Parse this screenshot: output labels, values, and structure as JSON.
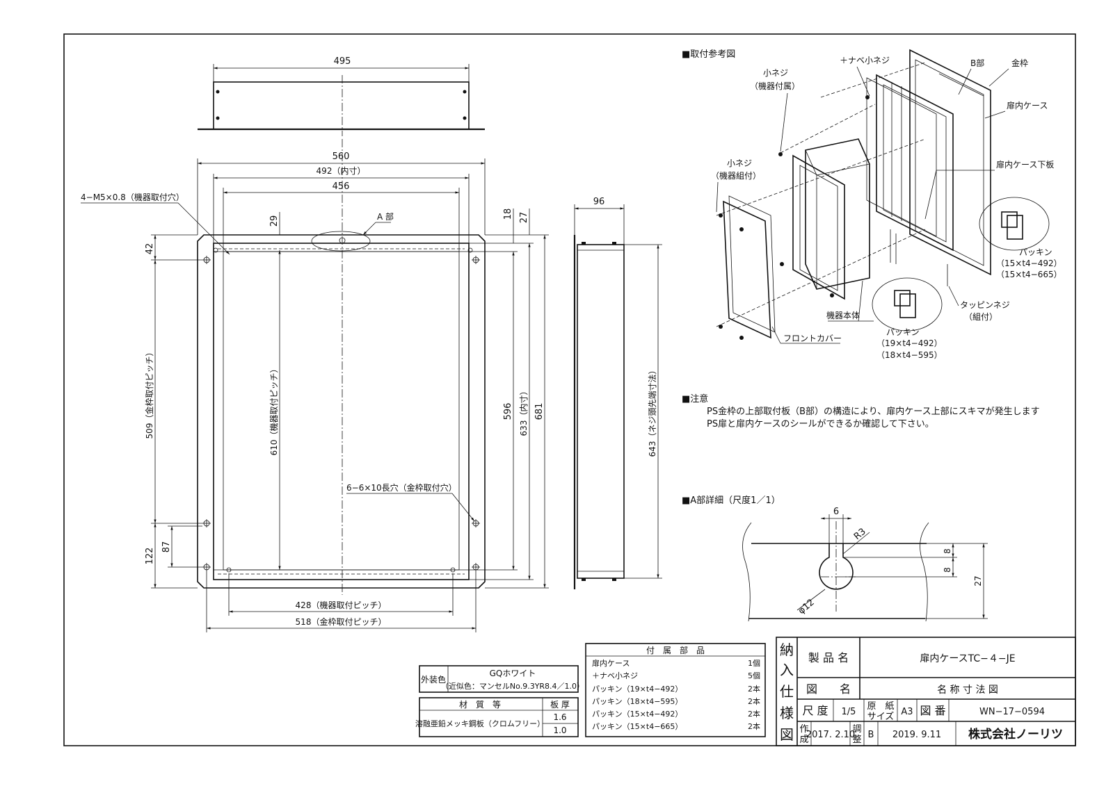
{
  "front_view": {
    "dims": {
      "w495": "495",
      "w560": "560",
      "w492": "492（内寸）",
      "w456": "456",
      "w428": "428（機器取付ピッチ）",
      "w518": "518（金枠取付ピッチ）",
      "h29": "29",
      "h42": "42",
      "h18": "18",
      "h27": "27",
      "h509": "509（金枠取付ピッチ）",
      "h610": "610（機器取付ピッチ）",
      "h596": "596",
      "h633": "633（内寸）",
      "h681": "681",
      "h122": "122",
      "h87": "87"
    },
    "labels": {
      "holes_m5": "4−M5×0.8（機器取付穴）",
      "part_a": "A 部",
      "slots": "6−6×10長穴（金枠取付穴）"
    }
  },
  "side_view": {
    "dims": {
      "d96": "96",
      "h643": "643（ネジ頭先端寸法）"
    }
  },
  "install_ref": {
    "title": "■取付参考図",
    "labels": {
      "screw_pan": "＋ナベ小ネジ",
      "b_part": "B部",
      "frame": "金枠",
      "screw_small1": "小ネジ",
      "screw_small1_sub": "（機器付属）",
      "case": "扉内ケース",
      "case_bottom": "扉内ケース下板",
      "screw_small2": "小ネジ",
      "screw_small2_sub": "（機器組付）",
      "packing_a": "パッキン",
      "packing_a1": "（15×t4−492）",
      "packing_a2": "（15×t4−665）",
      "tapping": "タッピンネジ",
      "tapping_sub": "（組付）",
      "unit": "機器本体",
      "packing_b": "パッキン",
      "packing_b1": "（19×t4−492）",
      "packing_b2": "（18×t4−595）",
      "front_cover": "フロントカバー"
    }
  },
  "note": {
    "title": "■注意",
    "line1": "PS金枠の上部取付板（B部）の構造により、扉内ケース上部にスキマが発生します",
    "line2": "PS扉と扉内ケースのシールができるか確認して下さい。"
  },
  "detail_a": {
    "title": "■A部詳細（尺度1／1）",
    "dims": {
      "d6": "6",
      "r3": "R3",
      "d12": "φ12",
      "d8a": "8",
      "d8b": "8",
      "d27": "27"
    }
  },
  "finish": {
    "label": "外装色",
    "value": "GQホワイト",
    "value_sub": "（近似色：マンセルNo.9.3YR8.4／1.0）"
  },
  "material": {
    "header_material": "材　質　等",
    "header_thickness": "板 厚",
    "value": "溶融亜鉛メッキ鋼板（クロムフリー）",
    "thickness1": "1.6",
    "thickness2": "1.0"
  },
  "accessories": {
    "header": "付　属　部　品",
    "items": [
      {
        "name": "扉内ケース",
        "qty": "1個"
      },
      {
        "name": "＋ナベ小ネジ",
        "qty": "5個"
      },
      {
        "name": "パッキン（19×t4−492）",
        "qty": "2本"
      },
      {
        "name": "パッキン（18×t4−595）",
        "qty": "2本"
      },
      {
        "name": "パッキン（15×t4−492）",
        "qty": "2本"
      },
      {
        "name": "パッキン（15×t4−665）",
        "qty": "2本"
      }
    ]
  },
  "title_block": {
    "side_chars": [
      "納",
      "入",
      "仕",
      "様",
      "図"
    ],
    "product_label": "製 品 名",
    "product_value": "扉内ケースTC−４−JE",
    "drawing_label": "図　　名",
    "drawing_value": "名 称 寸 法 図",
    "scale_label": "尺 度",
    "scale_value": "1/5",
    "paper_label1": "原　紙",
    "paper_label2": "サイズ",
    "paper_value": "A3",
    "number_label": "図 番",
    "number_value": "WN−17−0594",
    "made_label1": "作",
    "made_label2": "成",
    "made_date": "2017. 2.10",
    "revised_label1": "調",
    "revised_label2": "整",
    "revision": "B",
    "revised_date": "2019. 9.11",
    "company": "株式会社ノーリツ"
  }
}
